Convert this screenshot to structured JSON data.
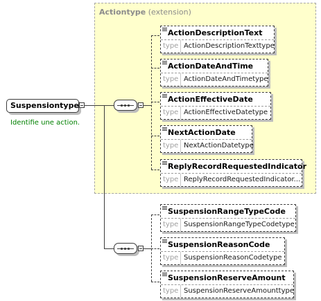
{
  "extension": {
    "type_name": "Actiontype",
    "qualifier": "(extension)"
  },
  "root": {
    "name": "Suspensiontype",
    "documentation": "Identifie une action."
  },
  "type_keyword": "type",
  "extension_elements": [
    {
      "name": "ActionDescriptionText",
      "type": "ActionDescriptionTexttype"
    },
    {
      "name": "ActionDateAndTime",
      "type": "ActionDateAndTimetype"
    },
    {
      "name": "ActionEffectiveDate",
      "type": "ActionEffectiveDatetype"
    },
    {
      "name": "NextActionDate",
      "type": "NextActionDatetype"
    },
    {
      "name": "ReplyRecordRequestedIndicator",
      "type": "ReplyRecordRequestedIndicator..."
    }
  ],
  "sequence_elements": [
    {
      "name": "SuspensionRangeTypeCode",
      "type": "SuspensionRangeTypeCodetype"
    },
    {
      "name": "SuspensionReasonCode",
      "type": "SuspensionReasonCodetype"
    },
    {
      "name": "SuspensionReserveAmount",
      "type": "SuspensionReserveAmounttype"
    }
  ]
}
